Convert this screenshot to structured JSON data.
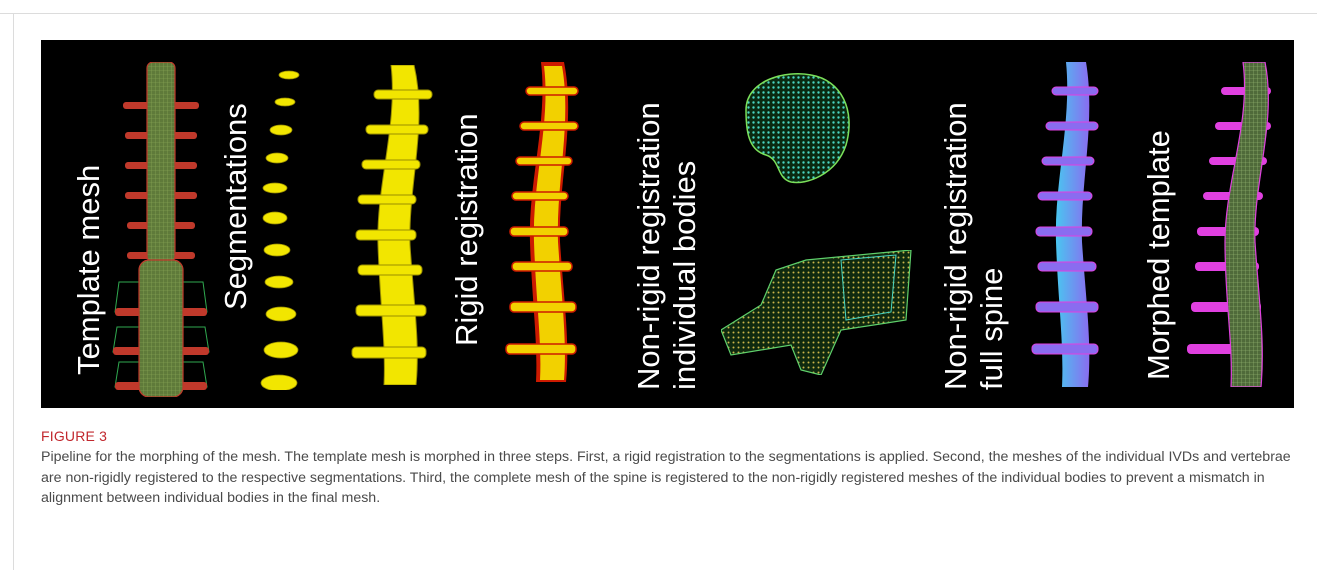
{
  "figure": {
    "panel_labels": [
      [
        "Template mesh"
      ],
      [
        "Segmentations"
      ],
      [
        "Rigid registration"
      ],
      [
        "Non-rigid registration",
        "individual bodies"
      ],
      [
        "Non-rigid registration",
        "full spine"
      ],
      [
        "Morphed template"
      ]
    ],
    "label": "FIGURE 3",
    "caption": "Pipeline for the morphing of the mesh. The template mesh is morphed in three steps. First, a rigid registration to the segmentations is applied. Second, the meshes of the individual IVDs and vertebrae are non-rigidly registered to the respective segmentations. Third, the complete mesh of the spine is registered to the non-rigidly registered meshes of the individual bodies to prevent a mismatch in alignment between individual bodies in the final mesh."
  },
  "colors": {
    "panel_background": "#000000",
    "figure_label": "#c1272d",
    "caption_text": "#4a4a4a",
    "template_green": "#5f7a3a",
    "template_red": "#c0392b",
    "segmentation_yellow": "#f2e600",
    "rigid_red": "#cc1a00",
    "cyan_mesh": "#49d6c2",
    "violet_mesh": "#8a6cf0",
    "magenta_mesh": "#e040e0"
  }
}
